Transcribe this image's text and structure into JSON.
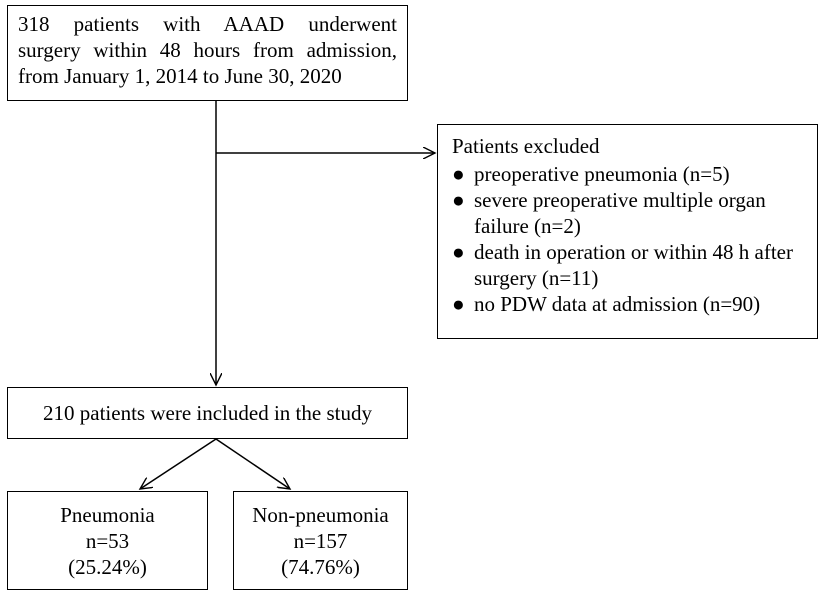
{
  "top_box": {
    "lines": [
      "318 patients with AAAD underwent",
      "surgery within 48 hours from admission,",
      "from January 1, 2014 to June 30, 2020"
    ]
  },
  "excluded_box": {
    "title": "Patients excluded",
    "bullet_glyph": "●",
    "items": [
      "preoperative pneumonia (n=5)",
      "severe preoperative multiple organ failure (n=2)",
      "death in operation or within 48 h after surgery (n=11)",
      "no PDW data at admission (n=90)"
    ]
  },
  "included_box": {
    "text": "210 patients were included in the study"
  },
  "groups": {
    "pneumonia": {
      "label": "Pneumonia",
      "n": "n=53",
      "pct": "(25.24%)"
    },
    "non_pneumonia": {
      "label": "Non-pneumonia",
      "n": "n=157",
      "pct": "(74.76%)"
    }
  }
}
